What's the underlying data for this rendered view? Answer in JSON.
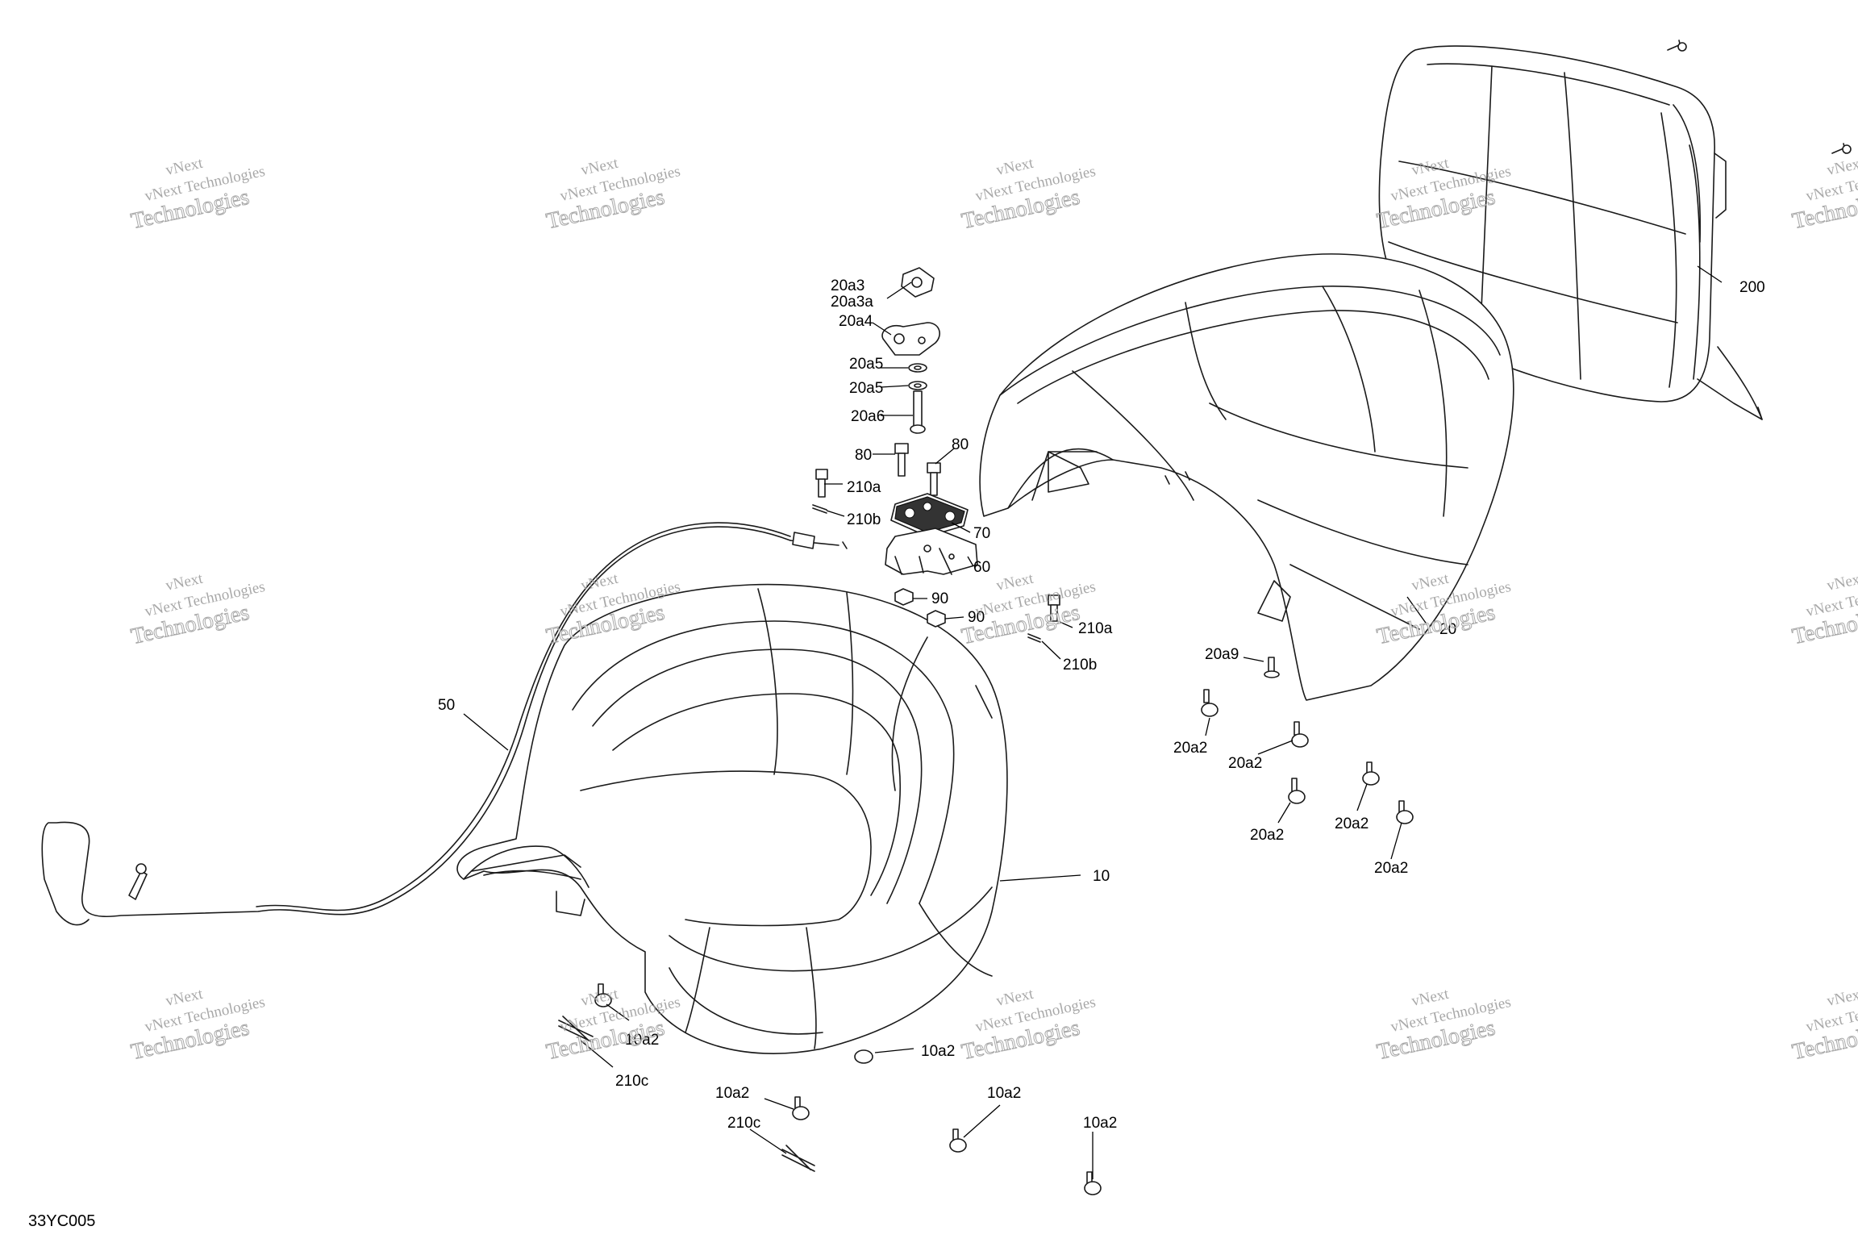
{
  "drawing_code": "33YC005",
  "watermark": {
    "line_a": "vNext Technologies",
    "line_b": "vNext",
    "line_c": "Technologies"
  },
  "callouts": {
    "c10": "10",
    "c20": "20",
    "c20a2_a": "20a2",
    "c20a2_b": "20a2",
    "c20a2_c": "20a2",
    "c20a2_d": "20a2",
    "c20a2_e": "20a2",
    "c20a3": "20a3",
    "c20a3a": "20a3a",
    "c20a4": "20a4",
    "c20a5_a": "20a5",
    "c20a5_b": "20a5",
    "c20a6": "20a6",
    "c20a9": "20a9",
    "c50": "50",
    "c60": "60",
    "c70": "70",
    "c80_a": "80",
    "c80_b": "80",
    "c90_a": "90",
    "c90_b": "90",
    "c200": "200",
    "c210a_a": "210a",
    "c210a_b": "210a",
    "c210b_a": "210b",
    "c210b_b": "210b",
    "c210c_a": "210c",
    "c210c_b": "210c",
    "c10a2_a": "10a2",
    "c10a2_b": "10a2",
    "c10a2_c": "10a2",
    "c10a2_d": "10a2",
    "c10a2_e": "10a2"
  }
}
